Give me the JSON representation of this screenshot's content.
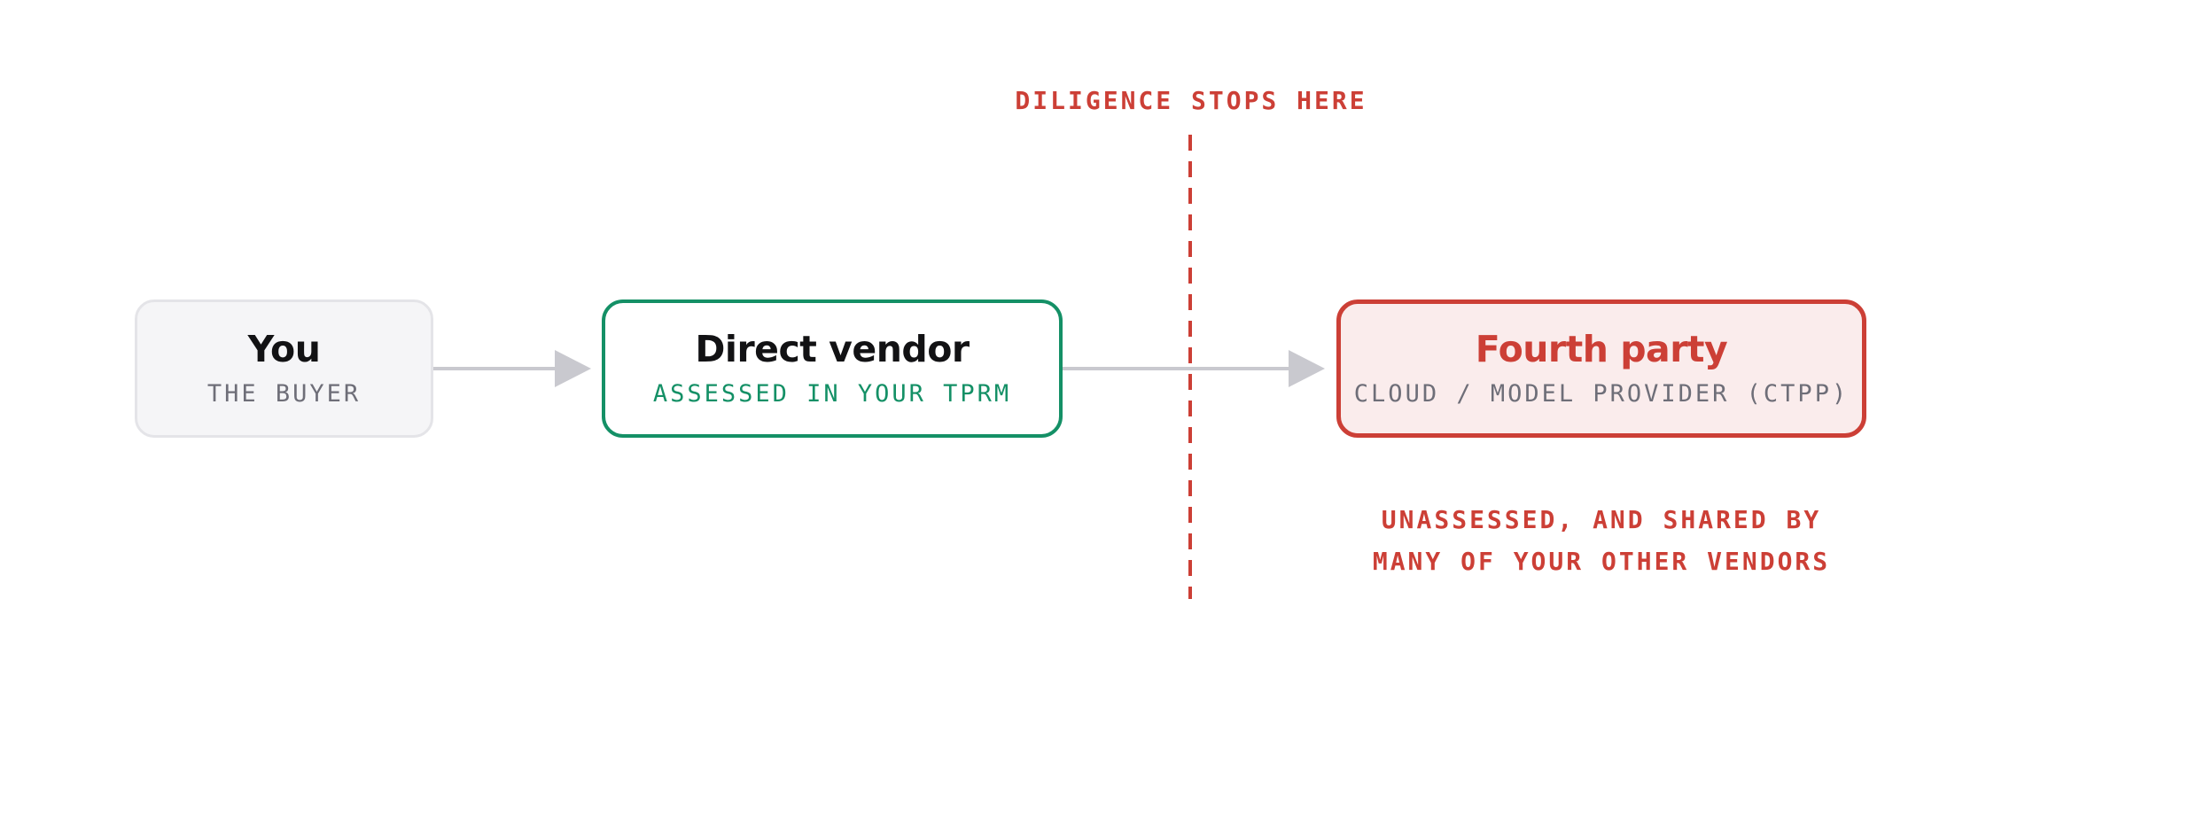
{
  "diagram": {
    "boundary_label": "DILIGENCE STOPS HERE",
    "nodes": [
      {
        "title": "You",
        "subtitle": "THE BUYER"
      },
      {
        "title": "Direct vendor",
        "subtitle": "ASSESSED IN YOUR TPRM"
      },
      {
        "title": "Fourth party",
        "subtitle": "CLOUD / MODEL PROVIDER (CTPP)"
      }
    ],
    "fourth_party_note": {
      "line1": "UNASSESSED, AND SHARED BY",
      "line2": "MANY OF YOUR OTHER VENDORS"
    }
  },
  "colors": {
    "assessed": "#149066",
    "unassessed": "#cc3f36",
    "arrow": "#c9c9cf",
    "neutral_border": "#e4e4e8"
  }
}
